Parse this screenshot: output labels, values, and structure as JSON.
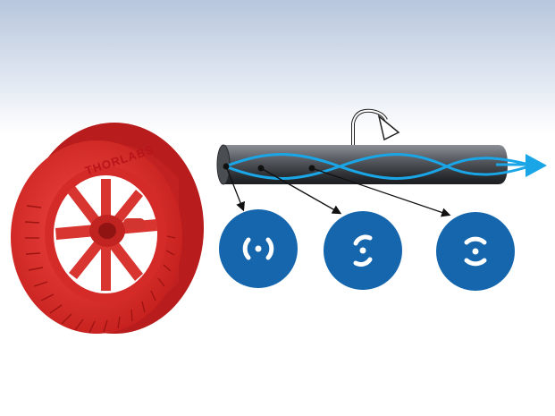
{
  "spool": {
    "brand_text": "THORLABS",
    "color": "#e2312e"
  },
  "fiber": {
    "body_color": "#3e4146",
    "light_color": "#1aa5e6",
    "twist_icon": "rotation-arrow-icon"
  },
  "cross_sections": [
    {
      "name": "mode-circle-1",
      "color": "#1566ad"
    },
    {
      "name": "mode-circle-2",
      "color": "#1566ad"
    },
    {
      "name": "mode-circle-3",
      "color": "#1566ad"
    }
  ]
}
